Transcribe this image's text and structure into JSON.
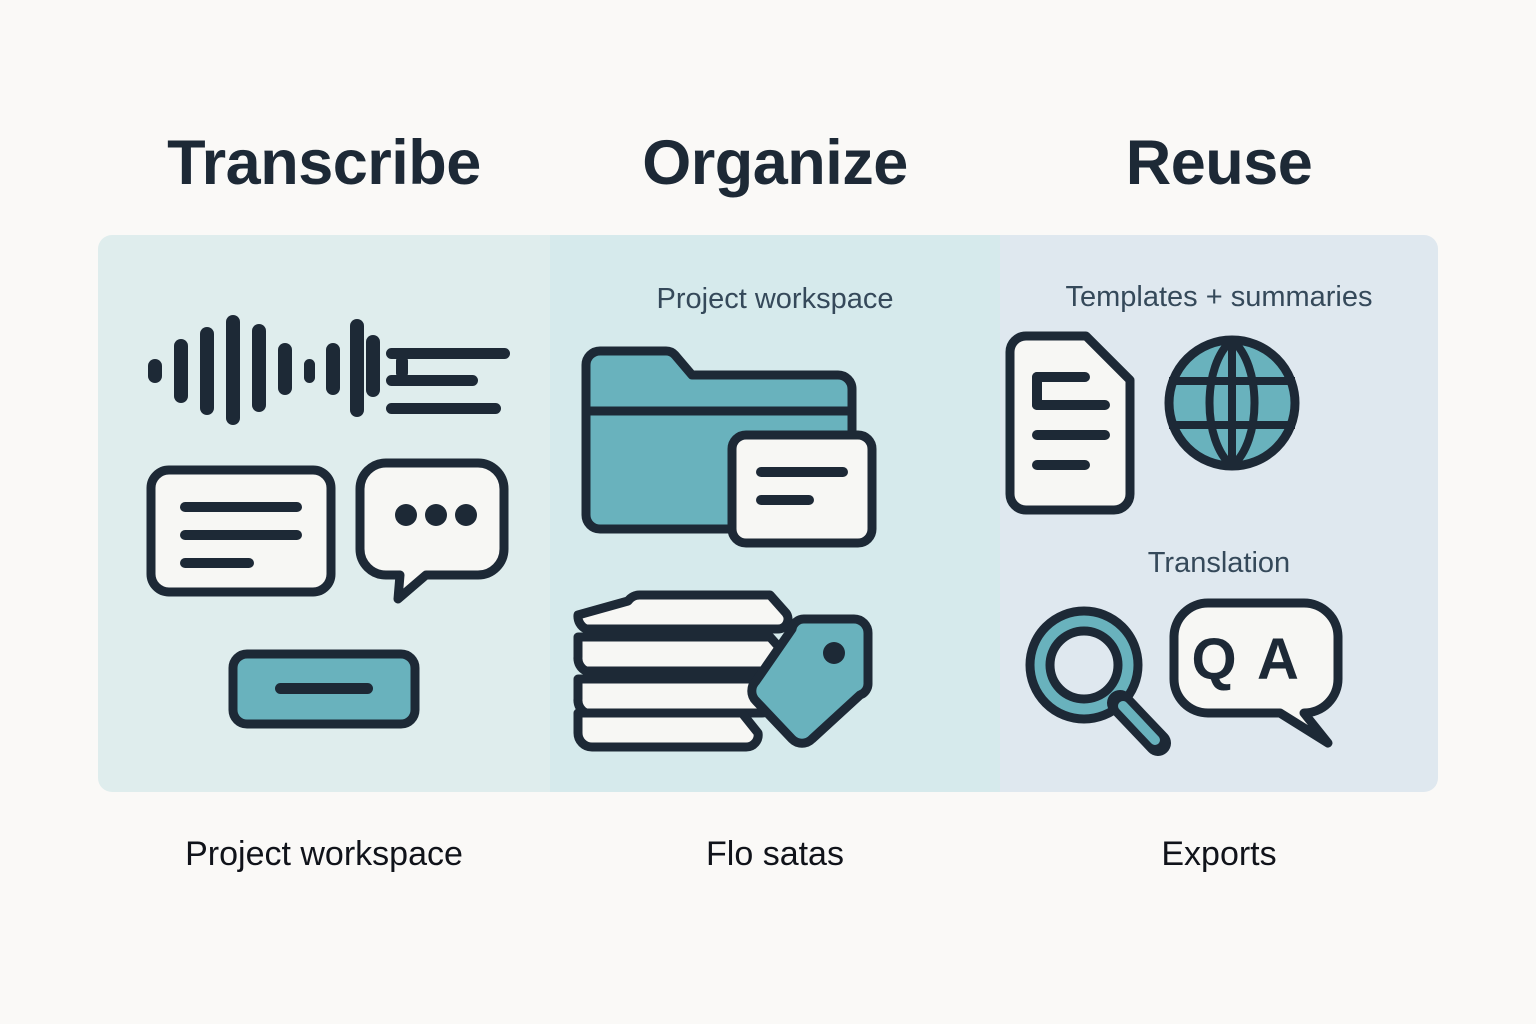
{
  "columns": [
    {
      "heading": "Transcribe",
      "caption": "Project workspace",
      "inner_labels": [],
      "icons": [
        "audio-waveform-icon",
        "text-lines-icon",
        "transcript-card-icon",
        "chat-bubble-icon",
        "teal-bar-button-icon"
      ]
    },
    {
      "heading": "Organize",
      "caption": "Flo satas",
      "inner_labels": [
        "Project workspace"
      ],
      "icons": [
        "folder-icon",
        "note-card-icon",
        "stacked-cards-icon",
        "tag-icon"
      ]
    },
    {
      "heading": "Reuse",
      "caption": "Exports",
      "inner_labels": [
        "Templates + summaries",
        "Translation"
      ],
      "icons": [
        "document-icon",
        "globe-icon",
        "magnifier-icon",
        "qa-bubble-icon"
      ]
    }
  ],
  "qa_bubble": {
    "text": "QA",
    "letter_q": "Q",
    "letter_a": "A"
  },
  "colors": {
    "background": "#faf9f7",
    "panel_1": "#dfeded",
    "panel_2": "#d6eaec",
    "panel_3": "#dfe8ef",
    "ink": "#1d2936",
    "teal": "#69b2bd",
    "teal_dark": "#4e9eac",
    "paper": "#f7f7f4",
    "label_text": "#35495a",
    "caption_text": "#10131a"
  }
}
